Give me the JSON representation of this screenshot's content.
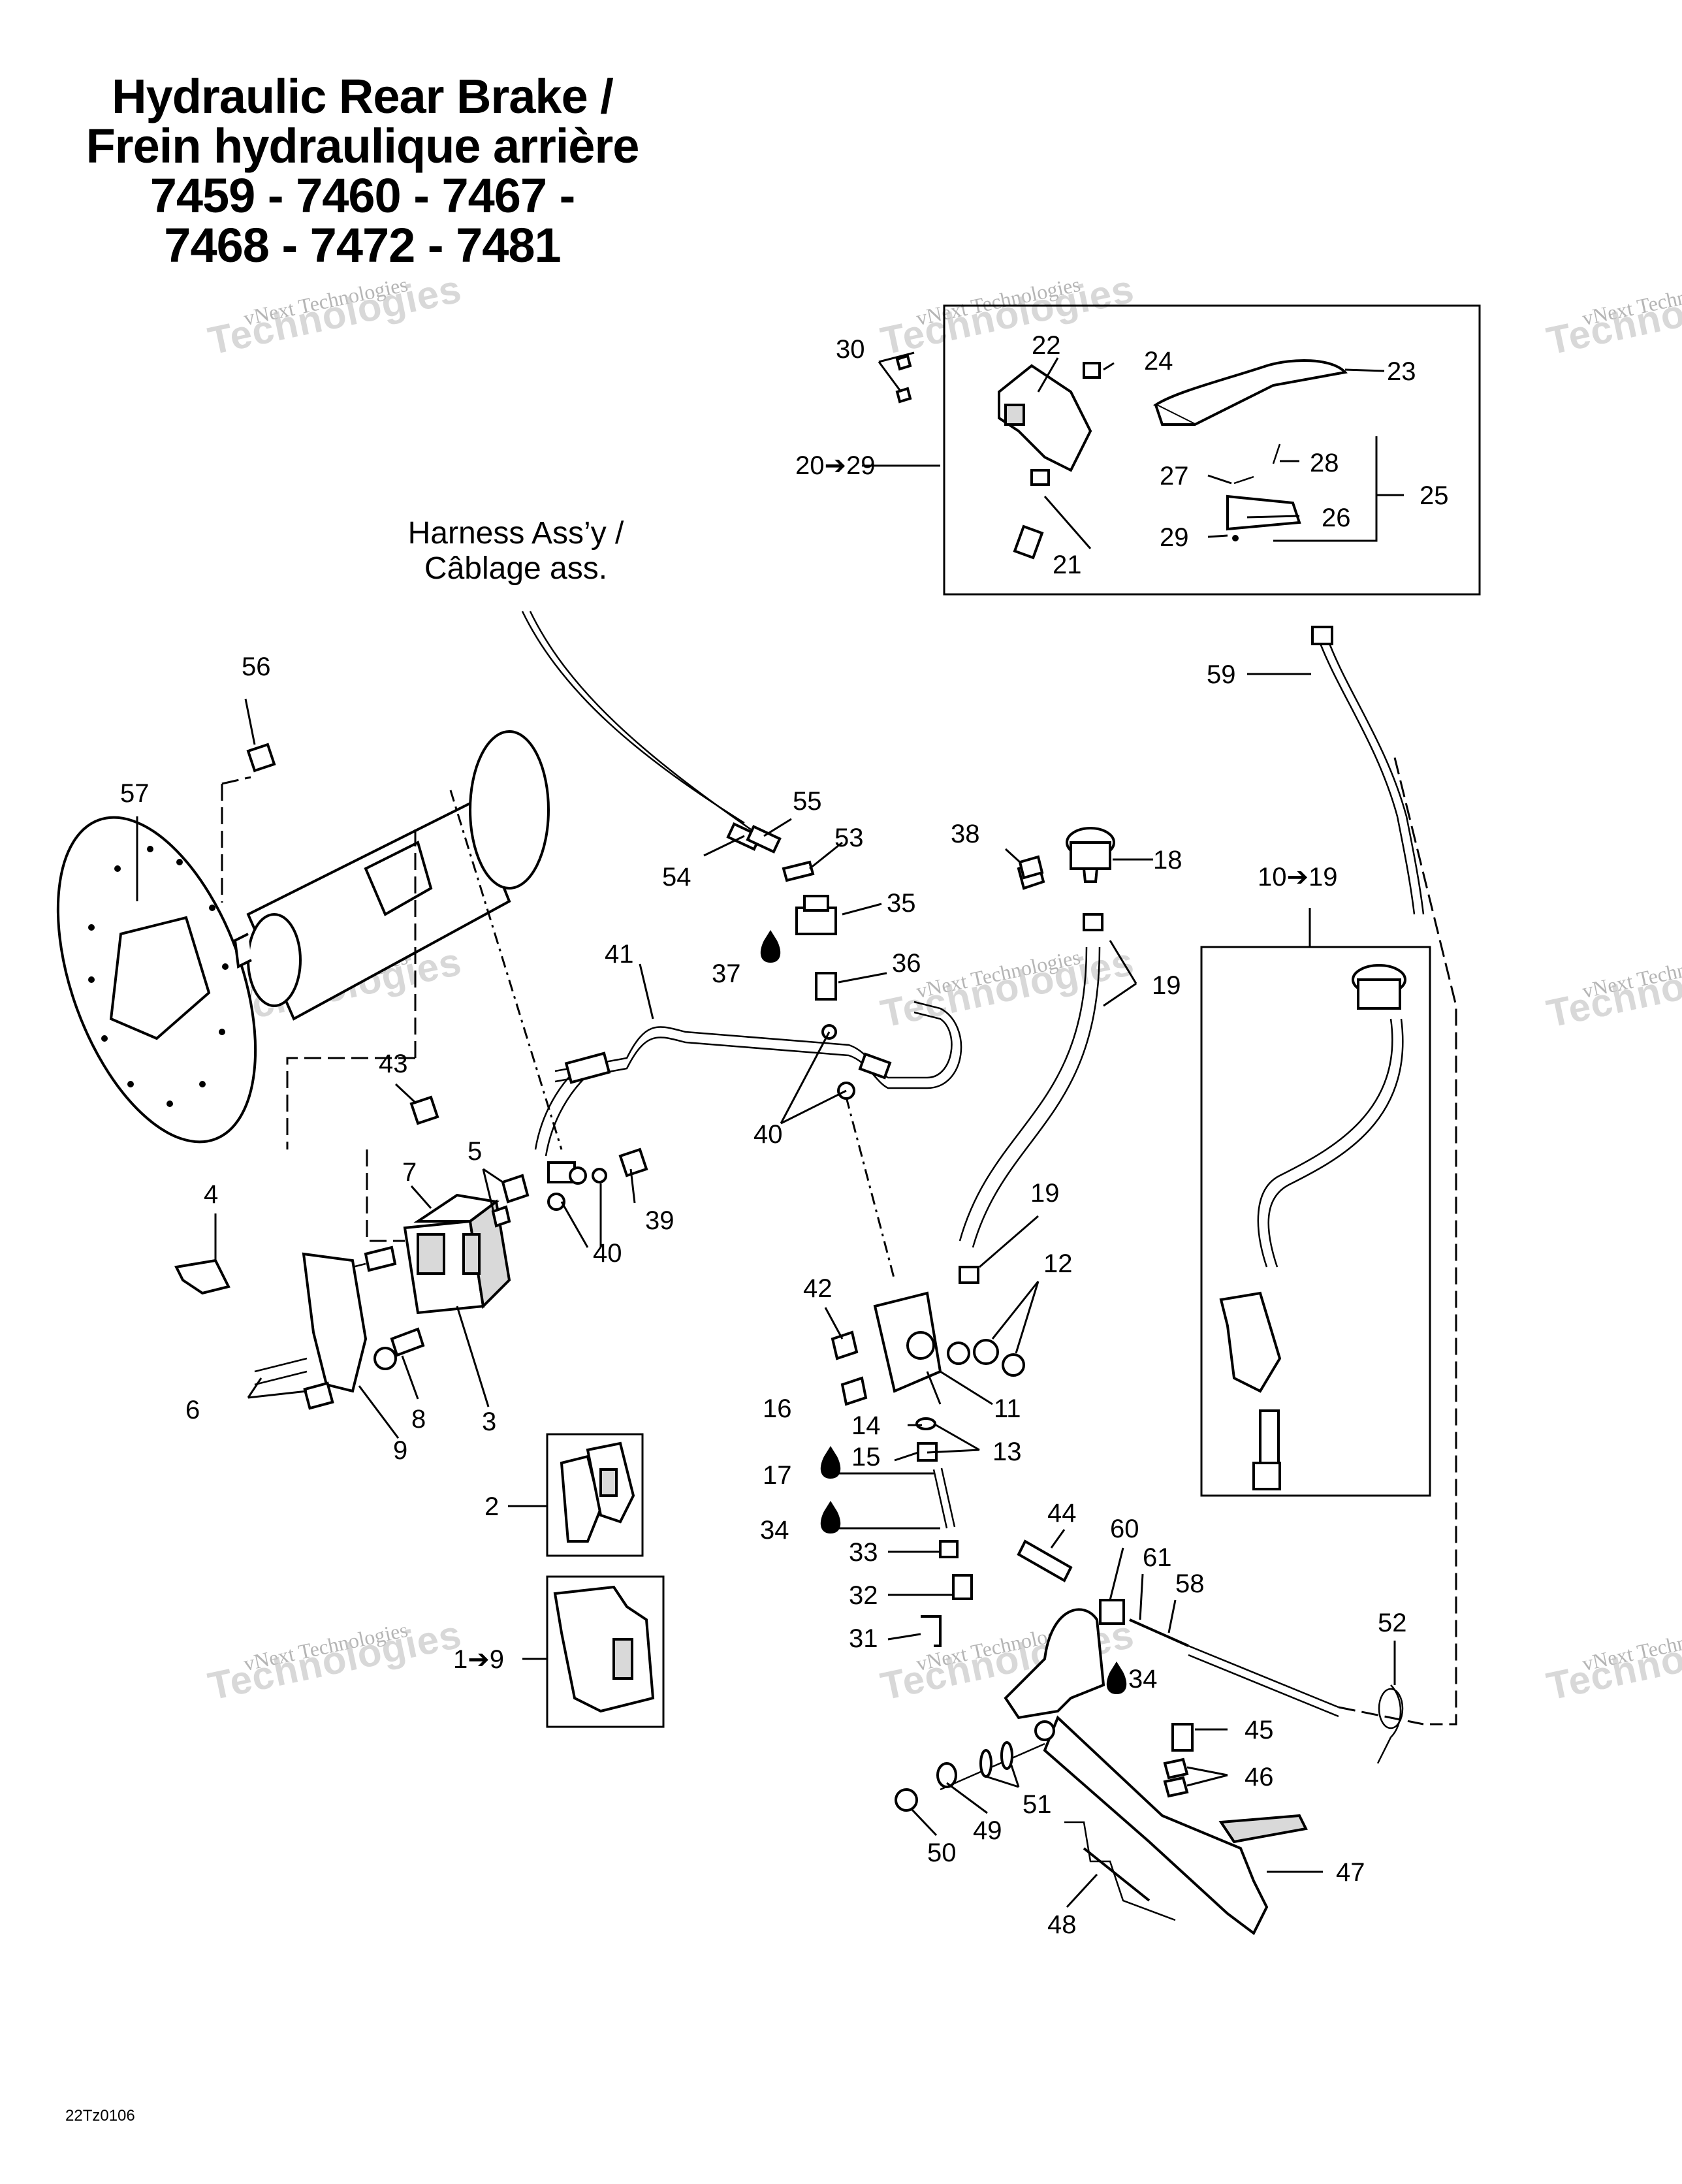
{
  "title": {
    "line1": "Hydraulic Rear Brake /",
    "line2": "Frein hydraulique arrière",
    "line3": "7459 - 7460 - 7467 -",
    "line4": "7468 - 7472 - 7481"
  },
  "harness_label": {
    "line1": "Harness Ass’y /",
    "line2": "Câblage ass."
  },
  "drawing_code": "22Tz0106",
  "watermark": {
    "line1": "vNext Technologies",
    "line2": "Technologies"
  },
  "callouts": {
    "c1_9": "1➔9",
    "c2": "2",
    "c3": "3",
    "c4": "4",
    "c5": "5",
    "c6": "6",
    "c7": "7",
    "c8": "8",
    "c9": "9",
    "c10_19": "10➔19",
    "c11": "11",
    "c12": "12",
    "c13": "13",
    "c14": "14",
    "c15": "15",
    "c16": "16",
    "c17": "17",
    "c18": "18",
    "c19a": "19",
    "c19b": "19",
    "c20_29": "20➔29",
    "c21": "21",
    "c22": "22",
    "c23": "23",
    "c24": "24",
    "c25": "25",
    "c26": "26",
    "c27": "27",
    "c28": "28",
    "c29": "29",
    "c30": "30",
    "c31": "31",
    "c32": "32",
    "c33": "33",
    "c34a": "34",
    "c34b": "34",
    "c35": "35",
    "c36": "36",
    "c37": "37",
    "c38": "38",
    "c39": "39",
    "c40a": "40",
    "c40b": "40",
    "c41": "41",
    "c42": "42",
    "c43": "43",
    "c44": "44",
    "c45": "45",
    "c46": "46",
    "c47": "47",
    "c48": "48",
    "c49": "49",
    "c50": "50",
    "c51": "51",
    "c52": "52",
    "c53": "53",
    "c54": "54",
    "c55": "55",
    "c56": "56",
    "c57": "57",
    "c58": "58",
    "c59": "59",
    "c60": "60",
    "c61": "61"
  }
}
